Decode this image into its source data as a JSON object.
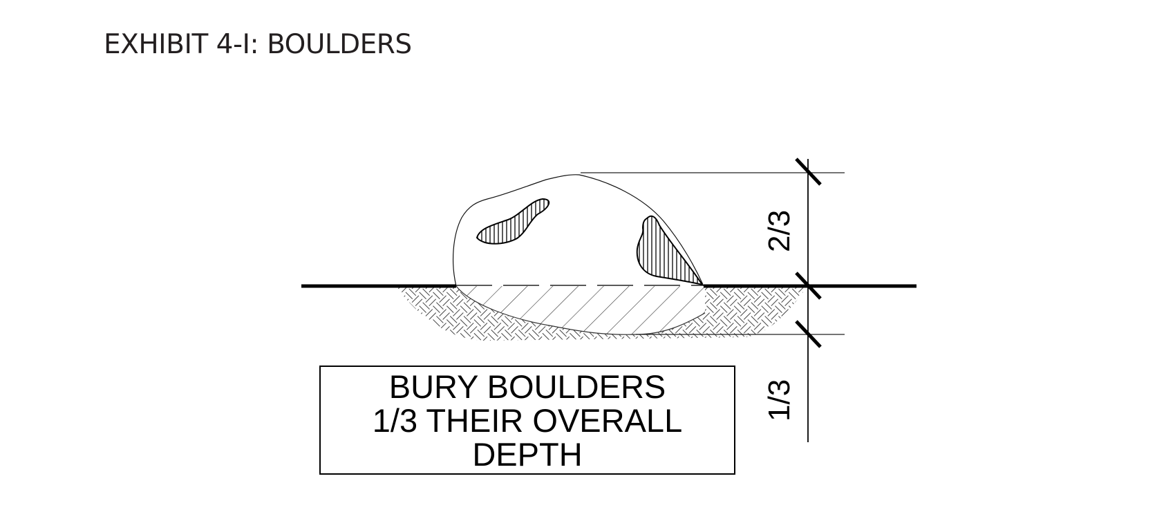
{
  "exhibit": {
    "title": "EXHIBIT 4-I: BOULDERS"
  },
  "drawing": {
    "subject": "boulder partially buried in grade",
    "dimensions": {
      "above_grade_label": "2/3",
      "below_grade_label": "1/3"
    },
    "note": {
      "lines": [
        "BURY BOULDERS",
        "1/3 THEIR OVERALL",
        "DEPTH"
      ]
    },
    "colors": {
      "line": "#000000",
      "title_text": "#231f20",
      "background": "#ffffff"
    }
  }
}
